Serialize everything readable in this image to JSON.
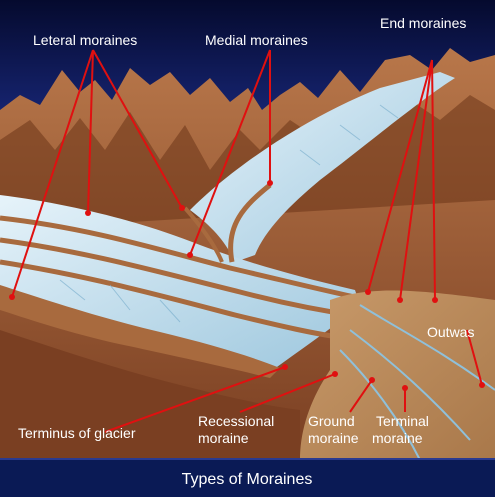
{
  "labels": {
    "lateral_moraines": "Leteral moraines",
    "medial_moraines": "Medial moraines",
    "end_moraines": "End moraines",
    "outwash": "Outwas",
    "terminus": "Terminus of glacier",
    "recessional_line1": "Recessional",
    "recessional_line2": "moraine",
    "ground_line1": "Ground",
    "ground_line2": "moraine",
    "terminal_line1": "Terminal",
    "terminal_line2": "moraine"
  },
  "caption": "Types of Moraines",
  "colors": {
    "sky": "#0b1450",
    "caption_bar": "#0a1a55",
    "rock": "#9a5a35",
    "ice": "#cfe6f2",
    "pointer": "#e01010"
  }
}
